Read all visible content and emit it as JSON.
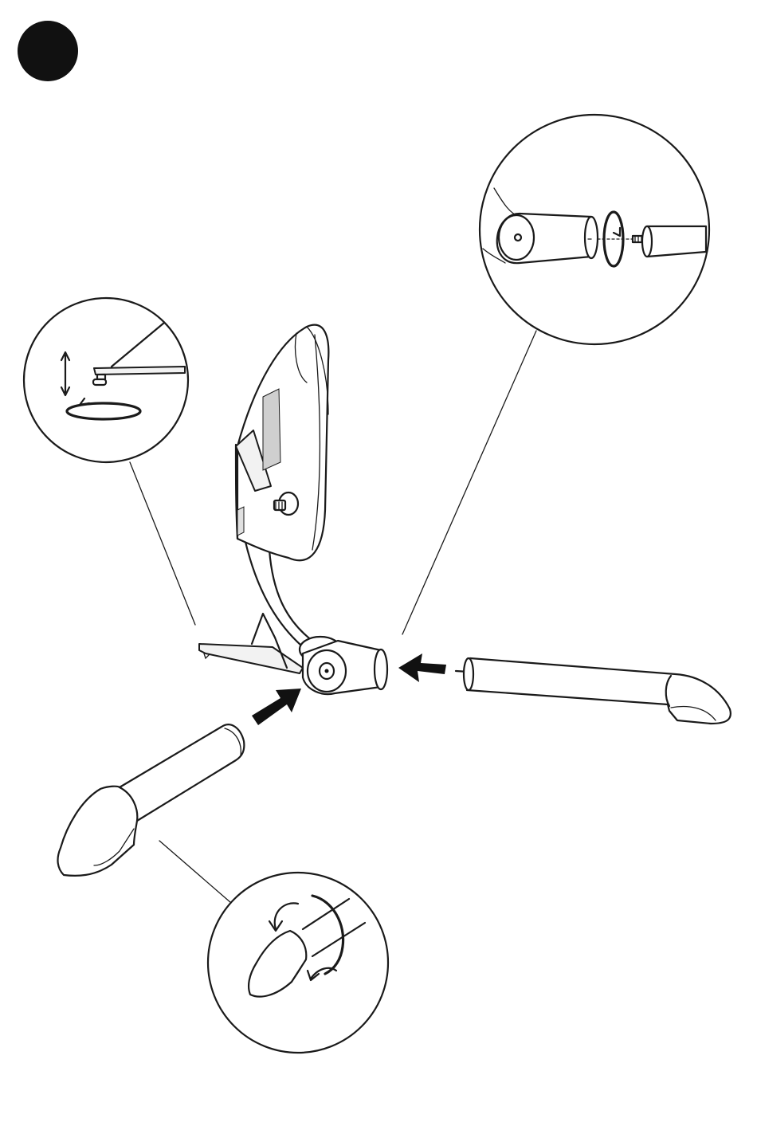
{
  "step": {
    "marker_color": "#111111",
    "icon": "step-badge-icon"
  },
  "callouts": [
    {
      "name": "leveling-foot-detail",
      "icon": "adjust-foot-icon"
    },
    {
      "name": "threaded-rod-detail",
      "icon": "screw-in-icon"
    },
    {
      "name": "end-cap-rotate-detail",
      "icon": "rotate-cap-icon"
    }
  ],
  "parts": [
    {
      "name": "pedal-unit",
      "icon": "pedal-icon"
    },
    {
      "name": "left-stabilizer-tube",
      "icon": "tube-icon"
    },
    {
      "name": "right-stabilizer-tube",
      "icon": "tube-icon"
    }
  ],
  "arrows": [
    {
      "name": "insert-left-arrow",
      "icon": "arrow-right-icon"
    },
    {
      "name": "insert-right-arrow",
      "icon": "arrow-left-icon"
    }
  ]
}
